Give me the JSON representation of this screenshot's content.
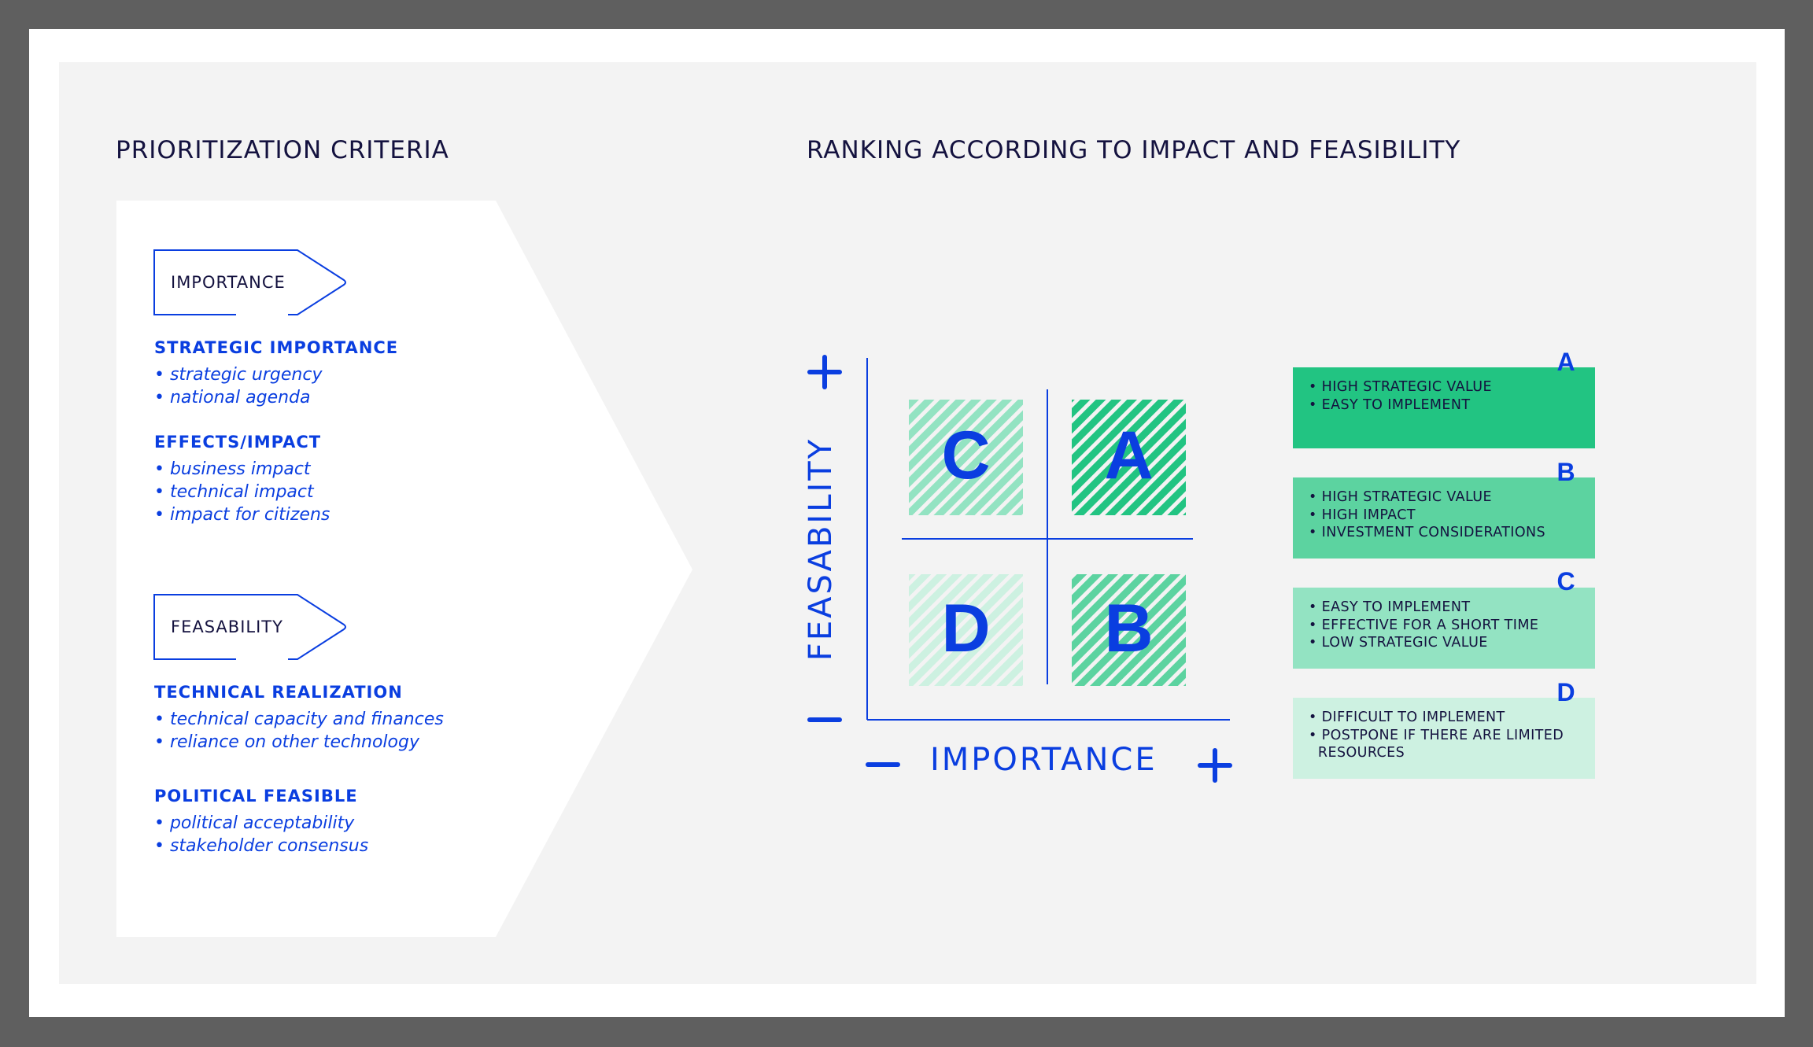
{
  "left": {
    "title": "PRIORITIZATION CRITERIA",
    "groups": [
      {
        "tag": "IMPORTANCE",
        "sections": [
          {
            "heading": "STRATEGIC IMPORTANCE",
            "items": [
              "• strategic urgency",
              "• national agenda"
            ]
          },
          {
            "heading": "EFFECTS/IMPACT",
            "items": [
              "• business impact",
              "• technical impact",
              "• impact for citizens"
            ]
          }
        ]
      },
      {
        "tag": "FEASABILITY",
        "sections": [
          {
            "heading": "TECHNICAL REALIZATION",
            "items": [
              "• technical capacity and finances",
              "• reliance on other technology"
            ]
          },
          {
            "heading": "POLITICAL FEASIBLE",
            "items": [
              "• political acceptability",
              "• stakeholder consensus"
            ]
          }
        ]
      }
    ]
  },
  "right": {
    "title": "RANKING ACCORDING TO IMPACT AND FEASIBILITY",
    "matrix": {
      "y_label": "FEASABILITY",
      "x_label": "IMPORTANCE",
      "plus": "+",
      "minus": "–",
      "quadrants": {
        "A": "A",
        "B": "B",
        "C": "C",
        "D": "D"
      }
    },
    "legend": [
      {
        "letter": "A",
        "color": "#22c482",
        "items": [
          "• HIGH STRATEGIC VALUE",
          "• EASY TO IMPLEMENT"
        ]
      },
      {
        "letter": "B",
        "color": "#5cd3a0",
        "items": [
          "• HIGH STRATEGIC VALUE",
          "• HIGH IMPACT",
          "• INVESTMENT CONSIDERATIONS"
        ]
      },
      {
        "letter": "C",
        "color": "#93e3c2",
        "items": [
          "• EASY TO IMPLEMENT",
          "• EFFECTIVE FOR A SHORT TIME",
          "• LOW STRATEGIC VALUE"
        ]
      },
      {
        "letter": "D",
        "color": "#cdf1e1",
        "items": [
          "• DIFFICULT TO IMPLEMENT",
          "• POSTPONE IF THERE ARE LIMITED",
          "  RESOURCES"
        ]
      }
    ]
  }
}
